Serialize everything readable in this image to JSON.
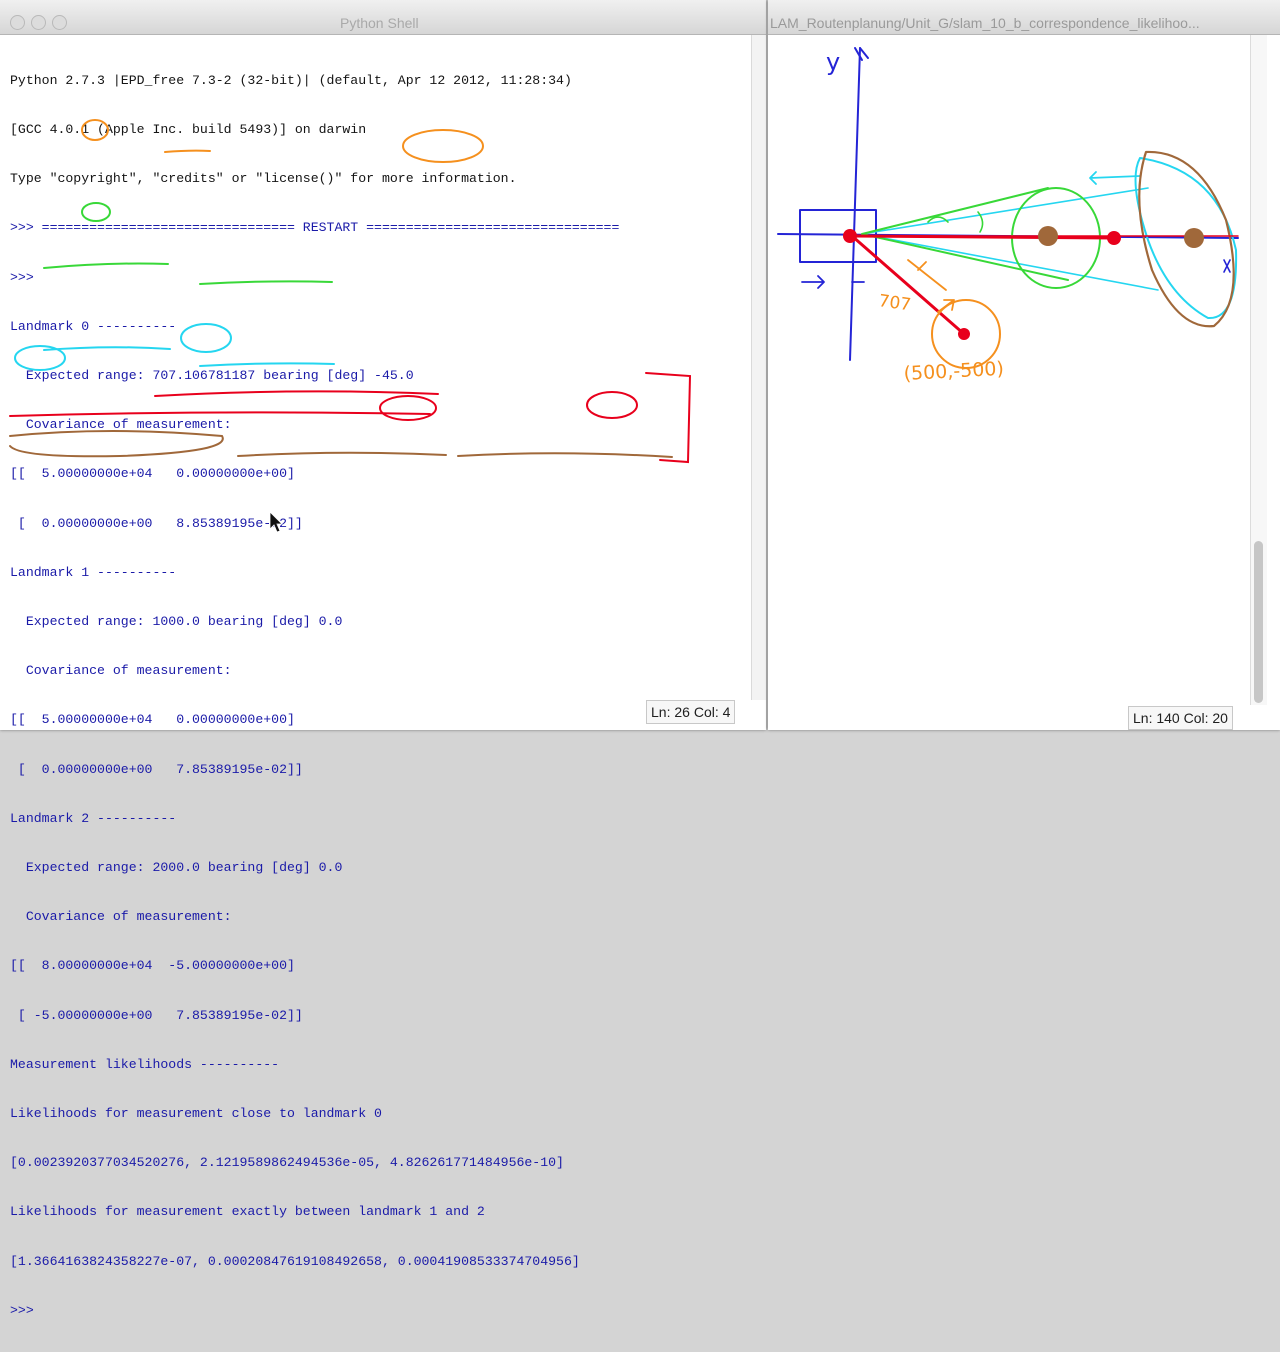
{
  "left_window": {
    "title": "Python Shell",
    "lines": [
      "Python 2.7.3 |EPD_free 7.3-2 (32-bit)| (default, Apr 12 2012, 11:28:34)",
      "[GCC 4.0.1 (Apple Inc. build 5493)] on darwin",
      "Type \"copyright\", \"credits\" or \"license()\" for more information.",
      ">>> ================================ RESTART ================================",
      ">>> ",
      "Landmark 0 ----------",
      "  Expected range: 707.106781187 bearing [deg] -45.0",
      "  Covariance of measurement:",
      "[[  5.00000000e+04   0.00000000e+00]",
      " [  0.00000000e+00   8.85389195e-02]]",
      "Landmark 1 ----------",
      "  Expected range: 1000.0 bearing [deg] 0.0",
      "  Covariance of measurement:",
      "[[  5.00000000e+04   0.00000000e+00]",
      " [  0.00000000e+00   7.85389195e-02]]",
      "Landmark 2 ----------",
      "  Expected range: 2000.0 bearing [deg] 0.0",
      "  Covariance of measurement:",
      "[[  8.00000000e+04  -5.00000000e+00]",
      " [ -5.00000000e+00   7.85389195e-02]]",
      "Measurement likelihoods ----------",
      "Likelihoods for measurement close to landmark 0",
      "[0.0023920377034520276, 2.1219589862494536e-05, 4.826261771484956e-10]",
      "Likelihoods for measurement exactly between landmark 1 and 2",
      "[1.3664163824358227e-07, 0.00020847619108492658, 0.00041908533374704956]",
      ">>> "
    ],
    "status": {
      "line": "Ln: 26",
      "col": "Col: 4"
    }
  },
  "right_window": {
    "title": "LAM_Routenplanung/Unit_G/slam_10_b_correspondence_likelihoo...",
    "status": {
      "line": "Ln: 140",
      "col": "Col: 20"
    },
    "sketch_labels": {
      "y_axis": "y",
      "range": "707",
      "point": "(500,-500)"
    }
  },
  "colors": {
    "console_text": "#1a1aa8",
    "pen_red": "#e8001c",
    "pen_orange": "#f5901e",
    "pen_green": "#38d838",
    "pen_cyan": "#25d6f0",
    "pen_blue": "#2424d6",
    "pen_brown": "#a0683a"
  }
}
